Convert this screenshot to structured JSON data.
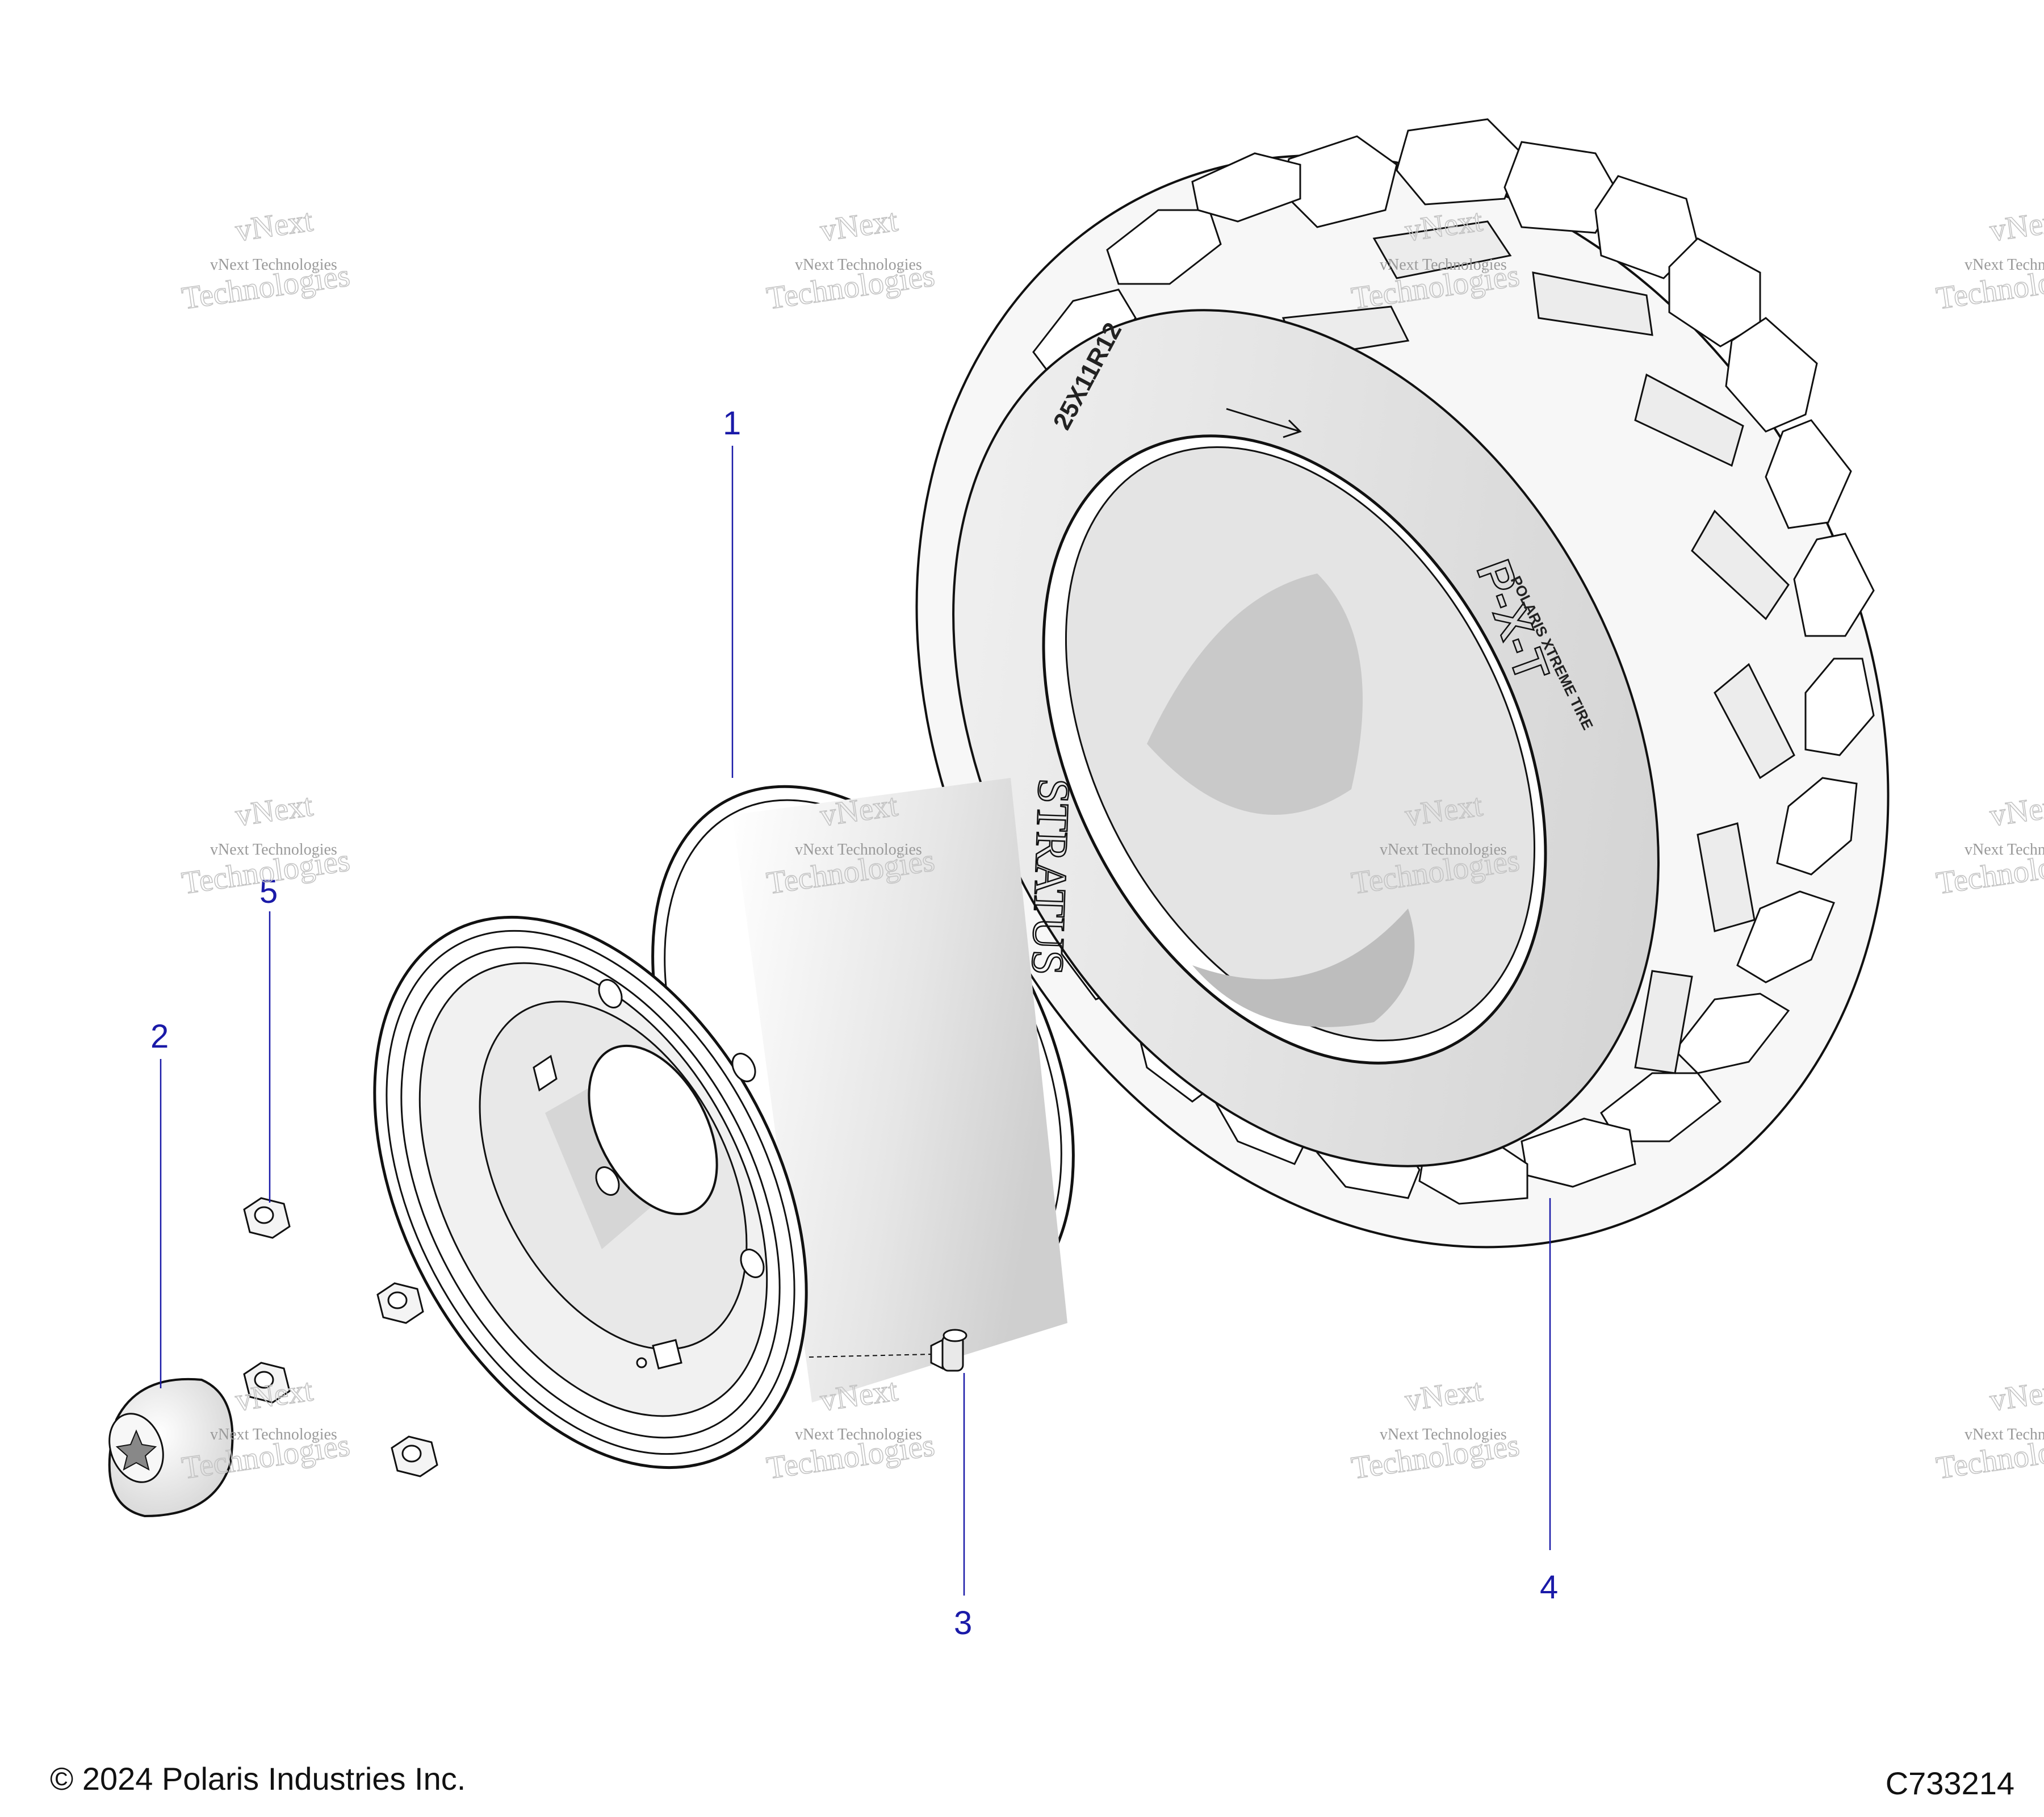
{
  "callouts": [
    {
      "id": "1",
      "label": "1"
    },
    {
      "id": "2",
      "label": "2"
    },
    {
      "id": "3",
      "label": "3"
    },
    {
      "id": "4",
      "label": "4"
    },
    {
      "id": "5",
      "label": "5"
    }
  ],
  "tire_markings": {
    "size": "25X11R12",
    "brand": "STRATUS",
    "model": "P-X-T",
    "line": "POLARIS XTREME TIRE"
  },
  "watermark": {
    "small": "vNext Technologies",
    "large": "Technologies",
    "partial": "vNext"
  },
  "footer": {
    "copyright": "© 2024 Polaris Industries Inc.",
    "drawing_id": "C733214"
  },
  "colors": {
    "callout": "#1a1aa8",
    "line": "#111111",
    "shade_light": "#e9e9e9",
    "shade_mid": "#d2d2d2"
  }
}
